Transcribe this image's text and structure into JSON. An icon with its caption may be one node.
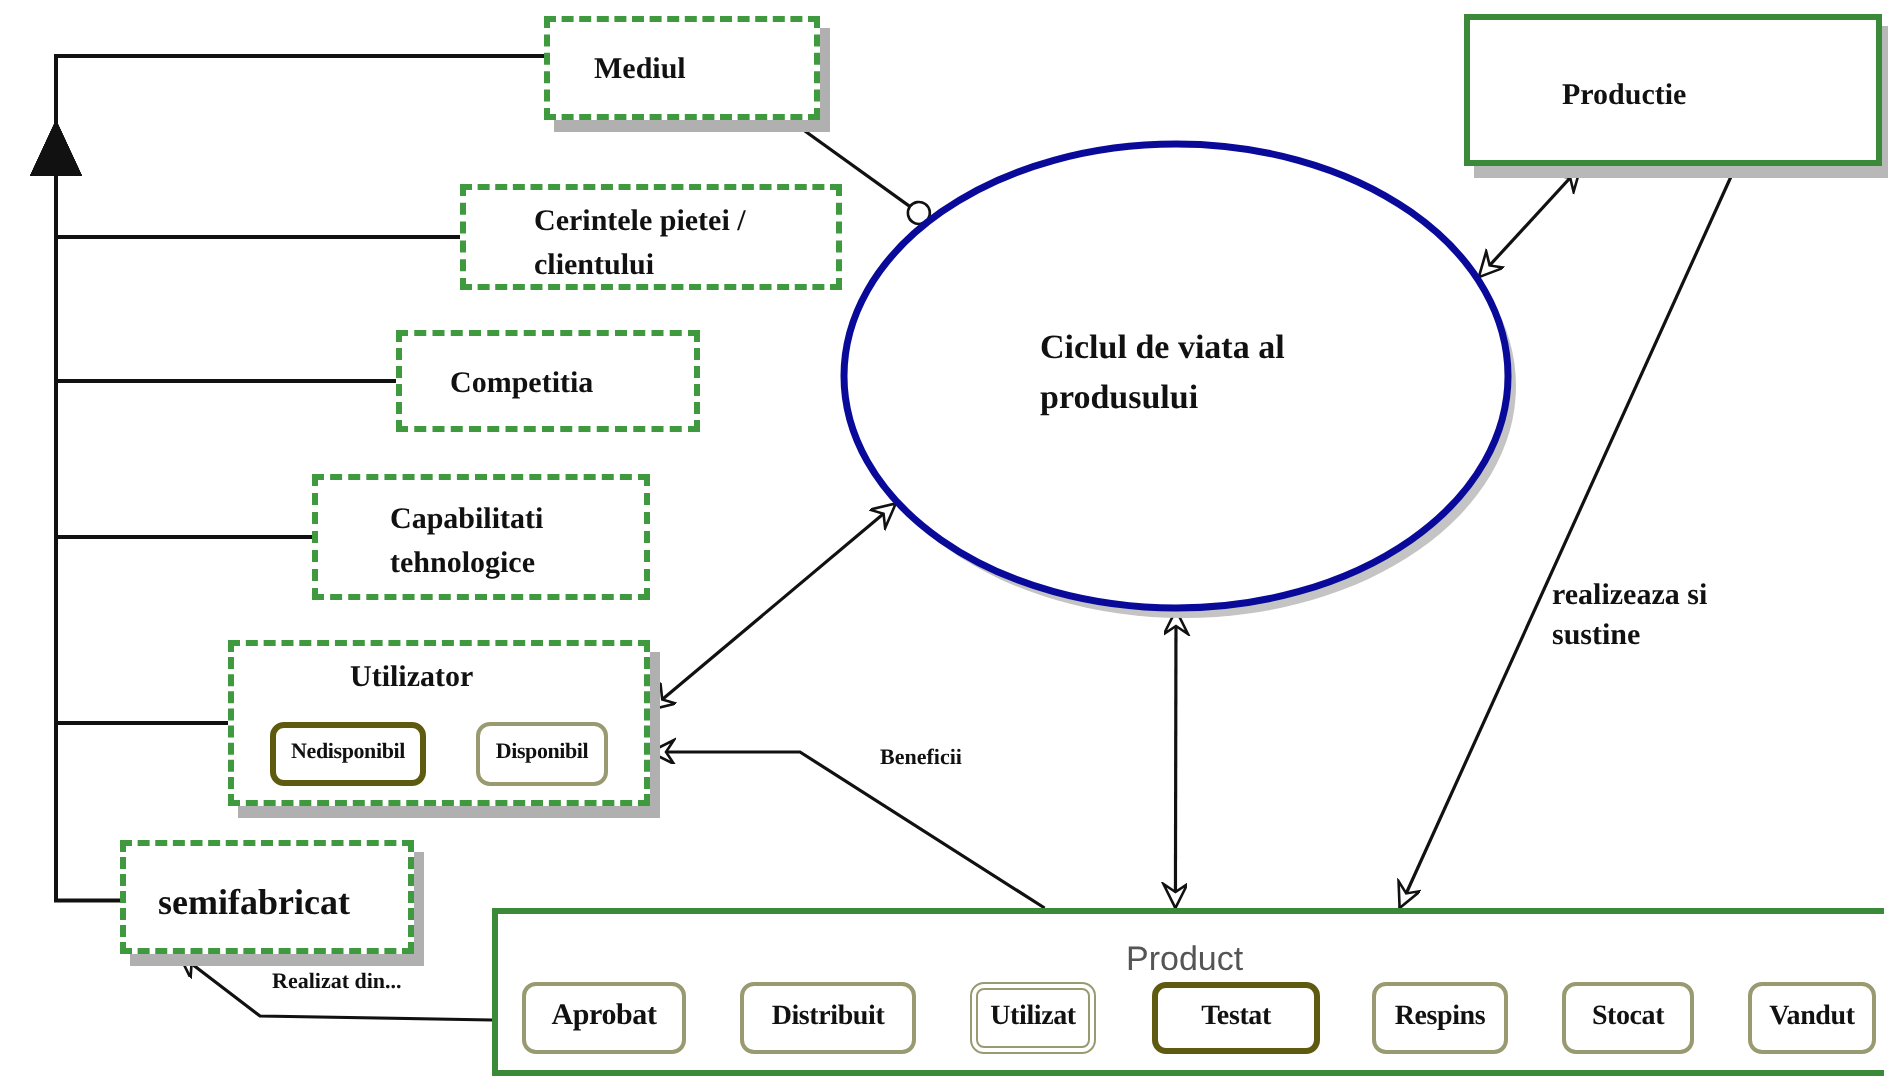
{
  "diagram": {
    "nodes": [
      {
        "text": [
          "Mediul"
        ]
      },
      {
        "text": [
          "Cerintele pietei / clientului"
        ]
      },
      {
        "text": [
          "Competitia"
        ]
      },
      {
        "text": [
          "Capabilitati tehnologice"
        ]
      },
      {
        "text": [
          "Utilizator"
        ]
      },
      {
        "text": [
          "Nedisponibil"
        ],
        "in": 4
      },
      {
        "text": [
          "Disponibil"
        ],
        "in": 4
      },
      {
        "text": [
          "semifabricat"
        ]
      },
      {
        "text": [
          "Ciclul de viata al produsului"
        ]
      },
      {
        "text": [
          "Productie"
        ]
      },
      {
        "text": [
          "Product"
        ]
      },
      {
        "text": [
          "Aprobat"
        ],
        "in": 10
      },
      {
        "text": [
          "Distribuit"
        ],
        "in": 10
      },
      {
        "text": [
          "Utilizat"
        ],
        "in": 10
      },
      {
        "text": [
          "Testat"
        ],
        "in": 10
      },
      {
        "text": [
          "Respins"
        ],
        "in": 10
      },
      {
        "text": [
          "Stocat"
        ],
        "in": 10
      },
      {
        "text": [
          "Vandut"
        ],
        "in": 10
      }
    ],
    "edges": [
      {
        "from": 1,
        "to": 0,
        "arrow": "to"
      },
      {
        "from": 2,
        "to": 0,
        "arrow": "to"
      },
      {
        "from": 3,
        "to": 0,
        "arrow": "to"
      },
      {
        "from": 4,
        "to": 0,
        "arrow": "to"
      },
      {
        "from": 7,
        "to": 0,
        "arrow": "to"
      },
      {
        "from": 0,
        "to": 8,
        "arrow": "other"
      },
      {
        "from": 9,
        "to": 8,
        "arrow": "both"
      },
      {
        "from": 9,
        "to": 10,
        "arrow": "to",
        "label": "realizeaza si sustine"
      },
      {
        "from": 8,
        "to": 4,
        "arrow": "both"
      },
      {
        "from": 8,
        "to": 10,
        "arrow": "both"
      },
      {
        "from": 10,
        "to": 4,
        "arrow": "to",
        "label": "Beneficii"
      },
      {
        "from": 10,
        "to": 7,
        "arrow": "to",
        "label": "Realizat din..."
      }
    ]
  }
}
